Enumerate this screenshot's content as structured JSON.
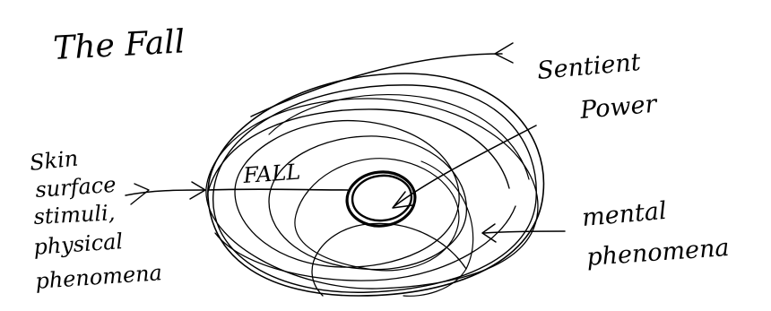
{
  "title": "The Fall",
  "labels": {
    "sentient_power_line1": "Sentient",
    "sentient_power_line2": "Power",
    "skin_line1": "Skin",
    "skin_line2": "surface",
    "skin_line3": "stimuli,",
    "skin_line4": "physical",
    "skin_line5": "phenomena",
    "fall": "FALL",
    "mental_line1": "mental",
    "mental_line2": "phenomena"
  },
  "colors": {
    "ink": "#000000",
    "paper": "#ffffff"
  }
}
